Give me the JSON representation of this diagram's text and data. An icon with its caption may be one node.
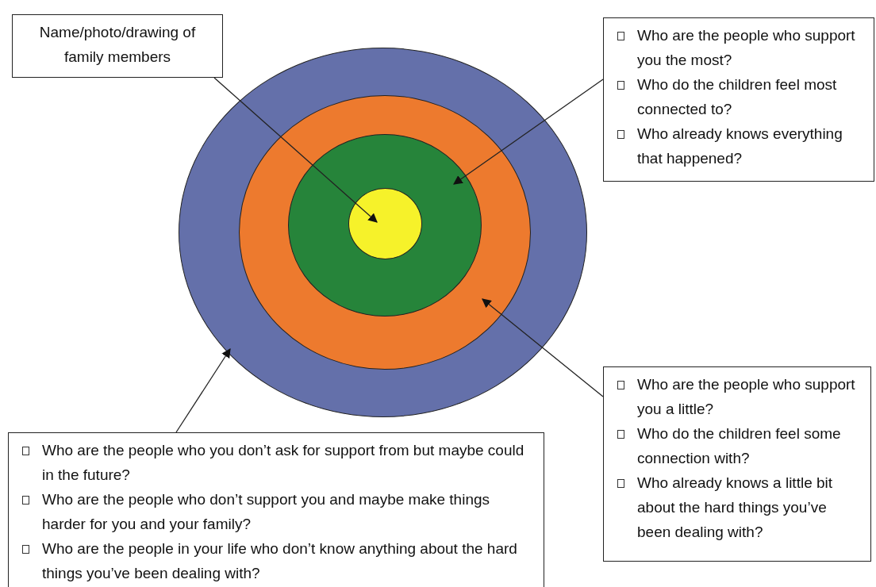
{
  "diagram": {
    "nodes": [
      {
        "text": [],
        "shape": "circle"
      },
      {
        "text": [],
        "shape": "circle",
        "in": 0
      },
      {
        "text": [],
        "shape": "circle",
        "in": 1
      },
      {
        "text": [],
        "shape": "circle",
        "in": 2
      },
      {
        "text": [
          "Name/photo/drawing of family members"
        ]
      },
      {
        "text": [
          "Who are the people who support you the most?",
          "Who do the children feel most connected to?",
          "Who already knows everything that happened?"
        ]
      },
      {
        "text": [
          "Who are the people who support you a little?",
          "Who do the children feel some connection with?",
          "Who already knows a little bit about the hard things you’ve been dealing with?"
        ]
      },
      {
        "text": [
          "Who are the people who you don’t ask for support from but maybe could in the future?",
          "Who are the people who don’t support you and maybe make things harder for you and your family?",
          "Who are the people in your life who don’t know anything about the hard things you’ve been dealing with?"
        ]
      }
    ],
    "edges": [
      {
        "from": 4,
        "to": 3,
        "arrow": "to"
      },
      {
        "from": 5,
        "to": 2,
        "arrow": "to"
      },
      {
        "from": 6,
        "to": 1,
        "arrow": "to"
      },
      {
        "from": 7,
        "to": 0,
        "arrow": "to"
      }
    ]
  }
}
